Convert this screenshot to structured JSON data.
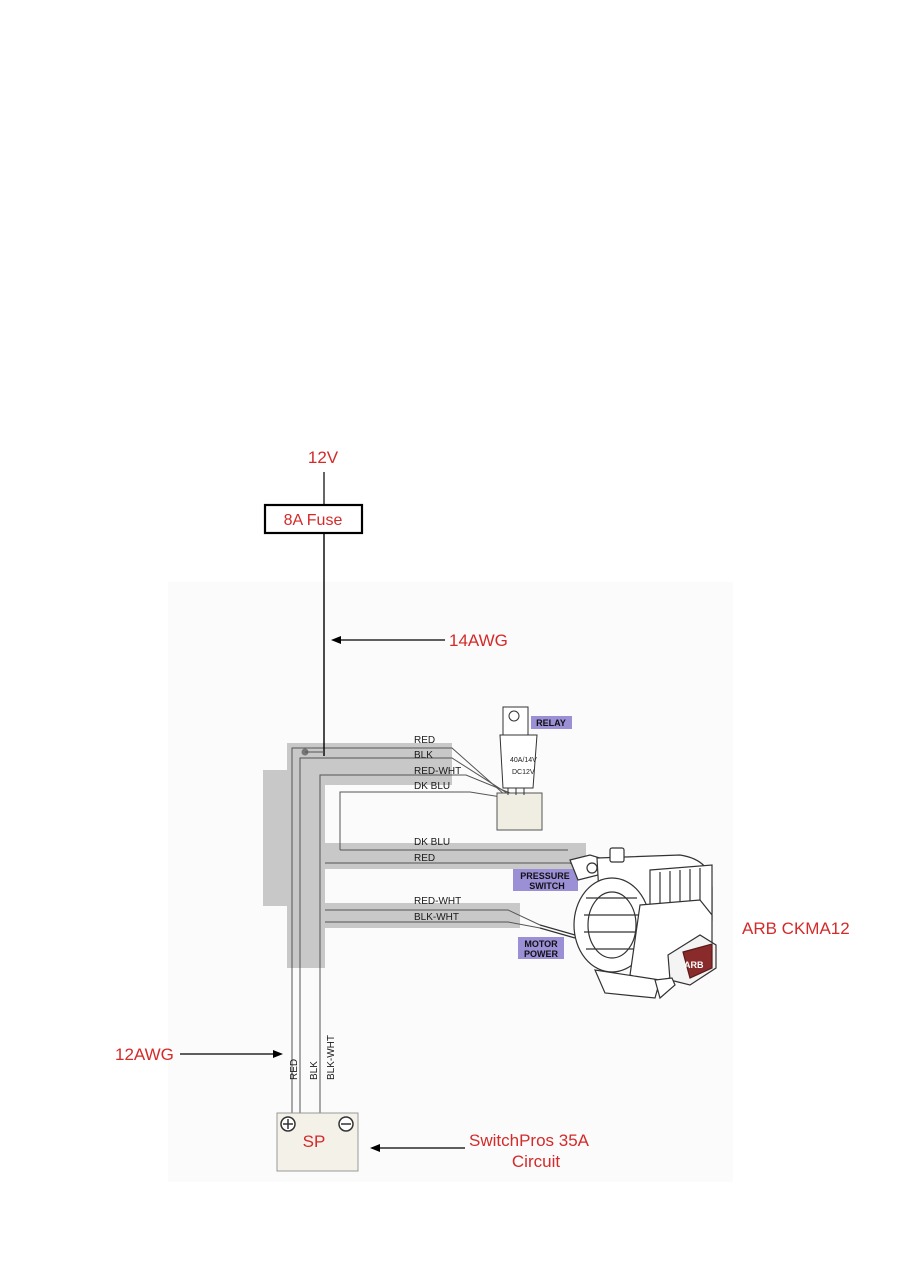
{
  "annotations": {
    "supply": "12V",
    "fuse": "8A Fuse",
    "gauge_feed": "14AWG",
    "gauge_main": "12AWG",
    "device": "ARB CKMA12",
    "switchpros_line1": "SwitchPros 35A",
    "switchpros_line2": "Circuit",
    "switchpros_terminal": "SP"
  },
  "wire_labels": {
    "red": "RED",
    "blk": "BLK",
    "red_wht": "RED-WHT",
    "dk_blu": "DK BLU",
    "blk_wht": "BLK-WHT"
  },
  "tags": {
    "relay": "RELAY",
    "pressure_1": "PRESSURE",
    "pressure_2": "SWITCH",
    "motor_1": "MOTOR",
    "motor_2": "POWER"
  },
  "relay_print": {
    "line1": "40A/14V",
    "line2": "DC12V"
  },
  "colors": {
    "annotation": "#d42a2a",
    "harness": "#c8c8c8",
    "tag_bg": "#9b8fd6"
  }
}
